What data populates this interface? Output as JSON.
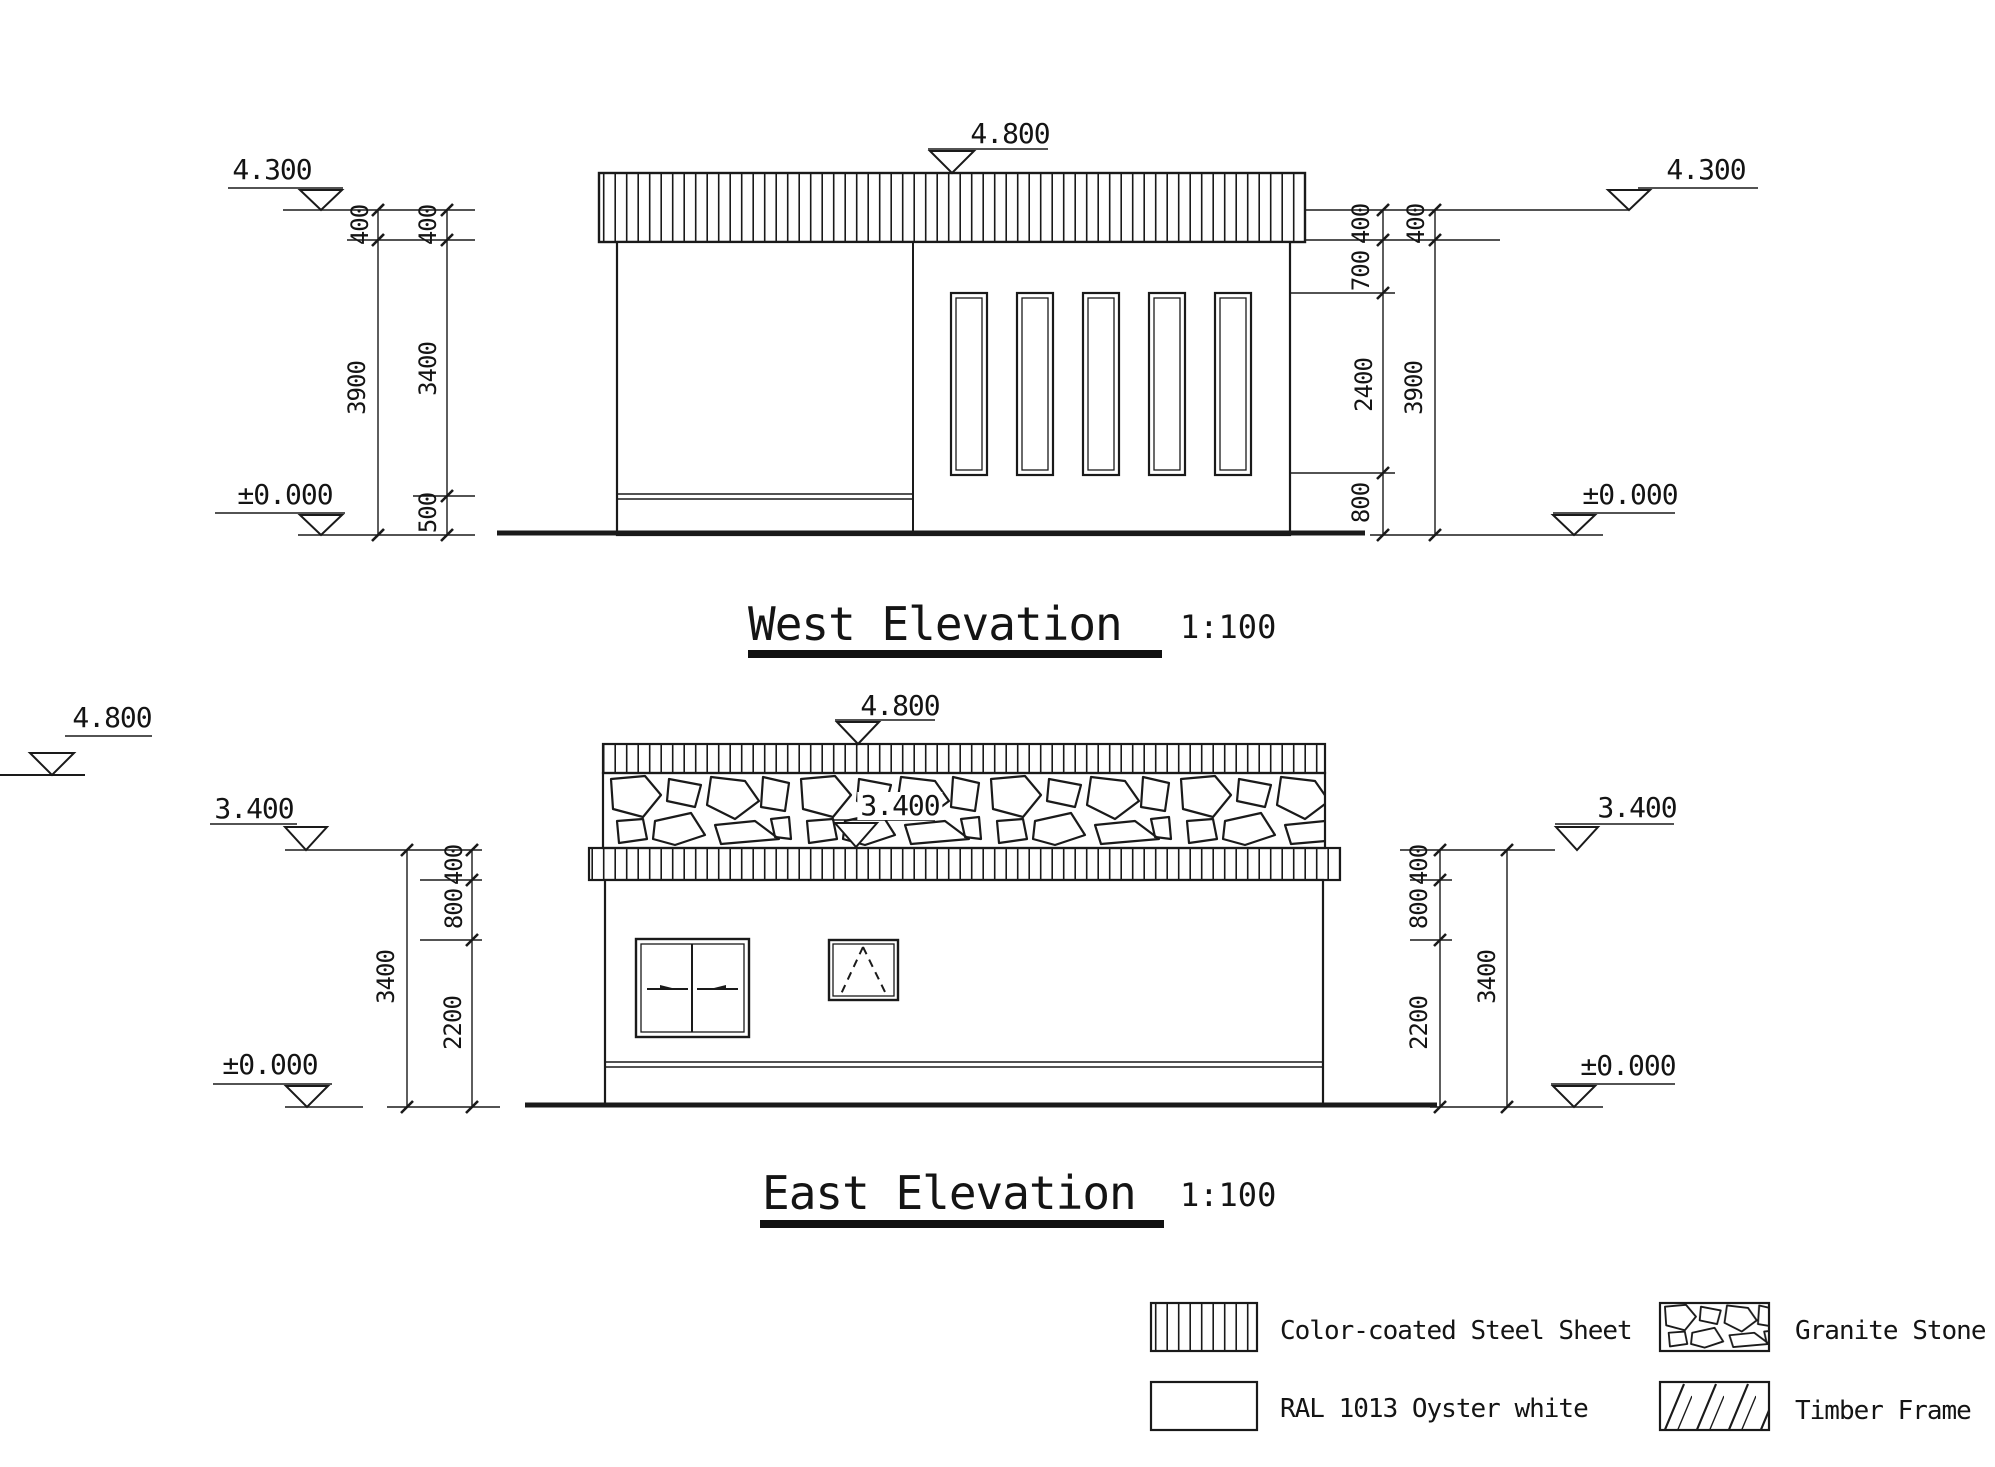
{
  "west_elevation": {
    "title": "West Elevation",
    "scale_label": "1:100",
    "levels": {
      "parapet_top": "4.800",
      "roof_edge": "4.300",
      "ground": "±0.000"
    },
    "dims": {
      "d400": "400",
      "d500": "500",
      "d700": "700",
      "d800": "800",
      "d2400": "2400",
      "d3400": "3400",
      "d3900": "3900"
    }
  },
  "east_elevation": {
    "title": "East Elevation",
    "scale_label": "1:100",
    "levels": {
      "parapet_top": "4.800",
      "stone_band_top": "3.400",
      "ground": "±0.000"
    },
    "dims": {
      "d400": "400",
      "d800": "800",
      "d2200": "2200",
      "d3400": "3400"
    }
  },
  "legend": {
    "steel_label": "Color-coated Steel Sheet",
    "paint_label": "RAL 1013 Oyster white",
    "granite_label": "Granite Stone",
    "timber_label": "Timber Frame"
  }
}
